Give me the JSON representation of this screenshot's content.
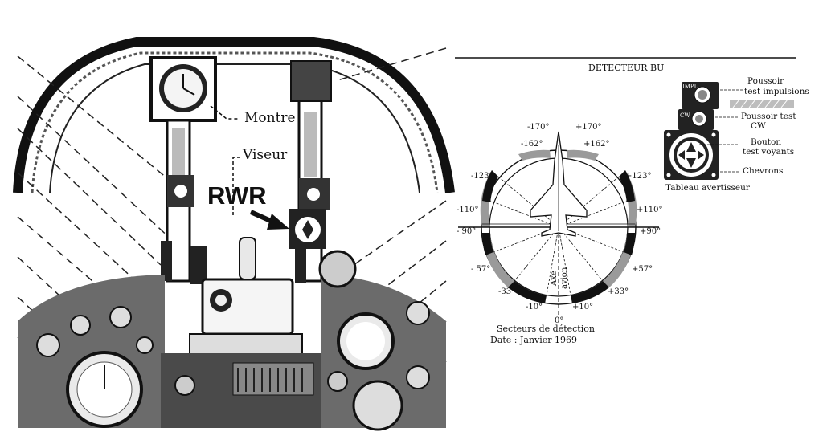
{
  "cockpit": {
    "callouts": {
      "montre": "Montre",
      "viseur": "Viseur",
      "rwr": "RWR"
    }
  },
  "detector": {
    "title": "DETECTEUR BU",
    "caption": "Secteurs de détection",
    "date": "Date : Janvier 1969",
    "axis_label_1": "Axe",
    "axis_label_2": "avion",
    "angles": {
      "m170": "-170°",
      "p170": "+170°",
      "m162": "-162°",
      "p162": "+162°",
      "m123": "-123°",
      "p123": "+123°",
      "m110": "-110°",
      "p110": "+110°",
      "m90": "- 90°",
      "p90": "+90°",
      "m57": "- 57°",
      "p57": "+57°",
      "m33": "-33°",
      "p33": "+33°",
      "m10": "-10°",
      "p10": "+10°",
      "zero": "0°"
    }
  },
  "panel": {
    "impl_tag": "IMPL",
    "cw_tag": "CW",
    "labels": {
      "test_impulsions_1": "Poussoir",
      "test_impulsions_2": "test impulsions",
      "test_cw_1": "Poussoir test",
      "test_cw_2": "CW",
      "bouton_1": "Bouton",
      "bouton_2": "test voyants",
      "chevrons": "Chevrons",
      "tableau": "Tableau avertisseur"
    }
  },
  "colors": {
    "ink": "#111111",
    "paper": "#ffffff",
    "shade": "#9a9a9a"
  }
}
